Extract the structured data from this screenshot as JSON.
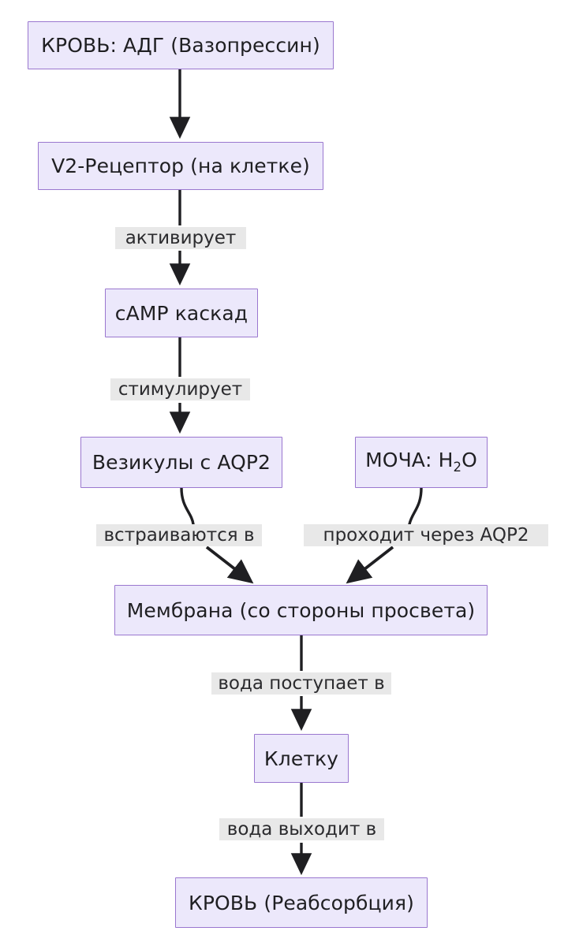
{
  "diagram": {
    "type": "flowchart",
    "direction": "top-to-bottom",
    "background_color": "#ffffff",
    "node_fill_color": "#ece8fb",
    "node_border_color": "#9a77cf",
    "edge_color": "#1f1f22",
    "edge_label_background": "#e8e8e8",
    "text_color": "#1f1f22",
    "title": "",
    "nodes": [
      {
        "id": "blood_adh",
        "label": "КРОВЬ: АДГ (Вазопрессин)"
      },
      {
        "id": "v2",
        "label": "V2-Рецептор (на клетке)"
      },
      {
        "id": "camp",
        "label": "cAMP каскад"
      },
      {
        "id": "vesicles",
        "label": "Везикулы с AQP2"
      },
      {
        "id": "urine",
        "label_prefix": "МОЧА: H",
        "label_sub": "2",
        "label_suffix": "O"
      },
      {
        "id": "membrane",
        "label": "Мембрана (со стороны просвета)"
      },
      {
        "id": "cell",
        "label": "Клетку"
      },
      {
        "id": "blood_reabs",
        "label": "КРОВЬ (Реабсорбция)"
      }
    ],
    "edges": [
      {
        "from": "blood_adh",
        "to": "v2",
        "label": ""
      },
      {
        "from": "v2",
        "to": "camp",
        "label": "активирует"
      },
      {
        "from": "camp",
        "to": "vesicles",
        "label": "стимулирует"
      },
      {
        "from": "vesicles",
        "to": "membrane",
        "label": "встраиваются в"
      },
      {
        "from": "urine",
        "to": "membrane",
        "label": "проходит через AQP2"
      },
      {
        "from": "membrane",
        "to": "cell",
        "label": "вода поступает в"
      },
      {
        "from": "cell",
        "to": "blood_reabs",
        "label": "вода выходит в"
      }
    ]
  }
}
